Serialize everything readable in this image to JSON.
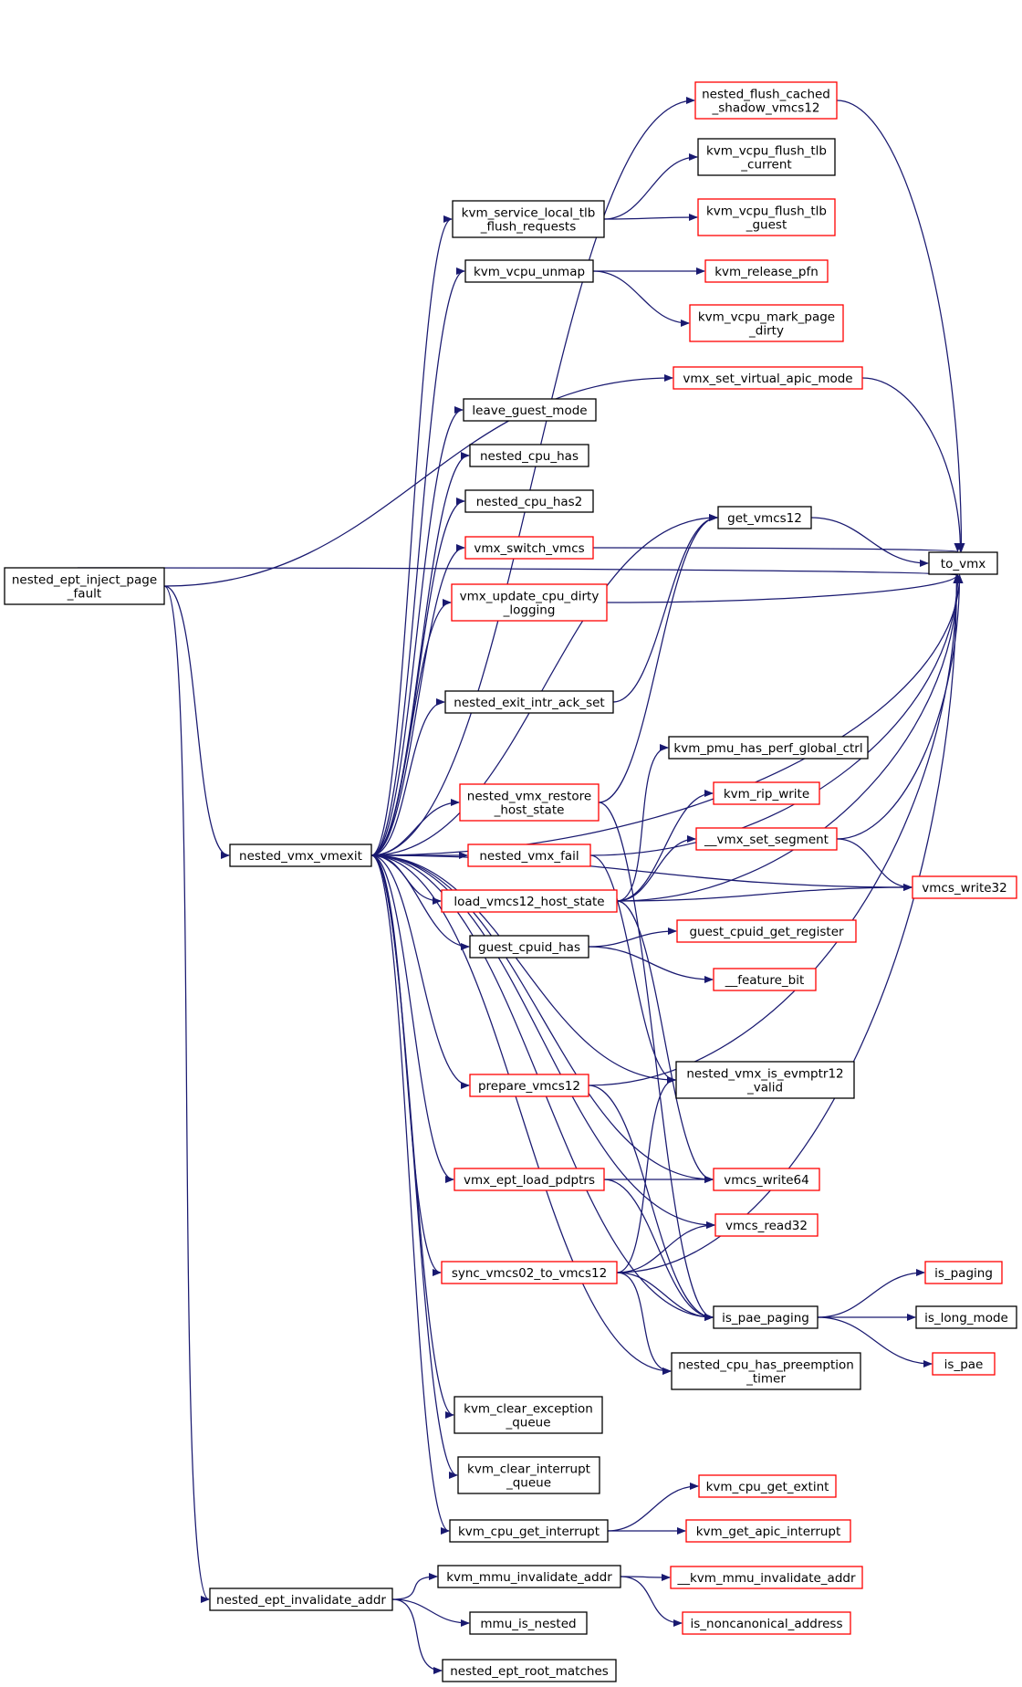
{
  "colors": {
    "edge": "#191970",
    "border_default": "#000000",
    "border_partial": "#ff0000",
    "root_fill": "#bfbfbf"
  },
  "nodes": [
    {
      "id": "nested_ept_inject_page_fault",
      "lines": [
        "nested_ept_inject_page",
        "_fault"
      ],
      "style": "root"
    },
    {
      "id": "nested_vmx_vmexit",
      "lines": [
        "nested_vmx_vmexit"
      ],
      "style": "default"
    },
    {
      "id": "nested_ept_invalidate_addr",
      "lines": [
        "nested_ept_invalidate_addr"
      ],
      "style": "default"
    },
    {
      "id": "to_vmx",
      "lines": [
        "to_vmx"
      ],
      "style": "default"
    },
    {
      "id": "nested_flush_cached_shadow_vmcs12",
      "lines": [
        "nested_flush_cached",
        "_shadow_vmcs12"
      ],
      "style": "partial"
    },
    {
      "id": "vmx_set_virtual_apic_mode",
      "lines": [
        "vmx_set_virtual_apic_mode"
      ],
      "style": "partial"
    },
    {
      "id": "get_vmcs12",
      "lines": [
        "get_vmcs12"
      ],
      "style": "default"
    },
    {
      "id": "kvm_service_local_tlb_flush_requests",
      "lines": [
        "kvm_service_local_tlb",
        "_flush_requests"
      ],
      "style": "default"
    },
    {
      "id": "kvm_vcpu_unmap",
      "lines": [
        "kvm_vcpu_unmap"
      ],
      "style": "default"
    },
    {
      "id": "leave_guest_mode",
      "lines": [
        "leave_guest_mode"
      ],
      "style": "default"
    },
    {
      "id": "nested_cpu_has",
      "lines": [
        "nested_cpu_has"
      ],
      "style": "default"
    },
    {
      "id": "nested_cpu_has2",
      "lines": [
        "nested_cpu_has2"
      ],
      "style": "default"
    },
    {
      "id": "vmx_switch_vmcs",
      "lines": [
        "vmx_switch_vmcs"
      ],
      "style": "partial"
    },
    {
      "id": "vmx_update_cpu_dirty_logging",
      "lines": [
        "vmx_update_cpu_dirty",
        "_logging"
      ],
      "style": "partial"
    },
    {
      "id": "nested_exit_intr_ack_set",
      "lines": [
        "nested_exit_intr_ack_set"
      ],
      "style": "default"
    },
    {
      "id": "nested_vmx_restore_host_state",
      "lines": [
        "nested_vmx_restore",
        "_host_state"
      ],
      "style": "partial"
    },
    {
      "id": "nested_vmx_fail",
      "lines": [
        "nested_vmx_fail"
      ],
      "style": "partial"
    },
    {
      "id": "load_vmcs12_host_state",
      "lines": [
        "load_vmcs12_host_state"
      ],
      "style": "partial"
    },
    {
      "id": "guest_cpuid_has",
      "lines": [
        "guest_cpuid_has"
      ],
      "style": "default"
    },
    {
      "id": "prepare_vmcs12",
      "lines": [
        "prepare_vmcs12"
      ],
      "style": "partial"
    },
    {
      "id": "vmx_ept_load_pdptrs",
      "lines": [
        "vmx_ept_load_pdptrs"
      ],
      "style": "partial"
    },
    {
      "id": "sync_vmcs02_to_vmcs12",
      "lines": [
        "sync_vmcs02_to_vmcs12"
      ],
      "style": "partial"
    },
    {
      "id": "kvm_clear_exception_queue",
      "lines": [
        "kvm_clear_exception",
        "_queue"
      ],
      "style": "default"
    },
    {
      "id": "kvm_clear_interrupt_queue",
      "lines": [
        "kvm_clear_interrupt",
        "_queue"
      ],
      "style": "default"
    },
    {
      "id": "kvm_cpu_get_interrupt",
      "lines": [
        "kvm_cpu_get_interrupt"
      ],
      "style": "default"
    },
    {
      "id": "kvm_vcpu_flush_tlb_current",
      "lines": [
        "kvm_vcpu_flush_tlb",
        "_current"
      ],
      "style": "default"
    },
    {
      "id": "kvm_vcpu_flush_tlb_guest",
      "lines": [
        "kvm_vcpu_flush_tlb",
        "_guest"
      ],
      "style": "partial"
    },
    {
      "id": "kvm_release_pfn",
      "lines": [
        "kvm_release_pfn"
      ],
      "style": "partial"
    },
    {
      "id": "kvm_vcpu_mark_page_dirty",
      "lines": [
        "kvm_vcpu_mark_page",
        "_dirty"
      ],
      "style": "partial"
    },
    {
      "id": "kvm_pmu_has_perf_global_ctrl",
      "lines": [
        "kvm_pmu_has_perf_global_ctrl"
      ],
      "style": "default"
    },
    {
      "id": "kvm_rip_write",
      "lines": [
        "kvm_rip_write"
      ],
      "style": "partial"
    },
    {
      "id": "__vmx_set_segment",
      "lines": [
        "__vmx_set_segment"
      ],
      "style": "partial"
    },
    {
      "id": "vmcs_write32",
      "lines": [
        "vmcs_write32"
      ],
      "style": "partial"
    },
    {
      "id": "guest_cpuid_get_register",
      "lines": [
        "guest_cpuid_get_register"
      ],
      "style": "partial"
    },
    {
      "id": "__feature_bit",
      "lines": [
        "__feature_bit"
      ],
      "style": "partial"
    },
    {
      "id": "nested_vmx_is_evmptr12_valid",
      "lines": [
        "nested_vmx_is_evmptr12",
        "_valid"
      ],
      "style": "default"
    },
    {
      "id": "vmcs_write64",
      "lines": [
        "vmcs_write64"
      ],
      "style": "partial"
    },
    {
      "id": "vmcs_read32",
      "lines": [
        "vmcs_read32"
      ],
      "style": "partial"
    },
    {
      "id": "is_pae_paging",
      "lines": [
        "is_pae_paging"
      ],
      "style": "default"
    },
    {
      "id": "nested_cpu_has_preemption_timer",
      "lines": [
        "nested_cpu_has_preemption",
        "_timer"
      ],
      "style": "default"
    },
    {
      "id": "is_paging",
      "lines": [
        "is_paging"
      ],
      "style": "partial"
    },
    {
      "id": "is_long_mode",
      "lines": [
        "is_long_mode"
      ],
      "style": "default"
    },
    {
      "id": "is_pae",
      "lines": [
        "is_pae"
      ],
      "style": "partial"
    },
    {
      "id": "kvm_cpu_get_extint",
      "lines": [
        "kvm_cpu_get_extint"
      ],
      "style": "partial"
    },
    {
      "id": "kvm_get_apic_interrupt",
      "lines": [
        "kvm_get_apic_interrupt"
      ],
      "style": "partial"
    },
    {
      "id": "kvm_mmu_invalidate_addr",
      "lines": [
        "kvm_mmu_invalidate_addr"
      ],
      "style": "default"
    },
    {
      "id": "__kvm_mmu_invalidate_addr",
      "lines": [
        "__kvm_mmu_invalidate_addr"
      ],
      "style": "partial"
    },
    {
      "id": "is_noncanonical_address",
      "lines": [
        "is_noncanonical_address"
      ],
      "style": "partial"
    },
    {
      "id": "mmu_is_nested",
      "lines": [
        "mmu_is_nested"
      ],
      "style": "default"
    },
    {
      "id": "nested_ept_root_matches",
      "lines": [
        "nested_ept_root_matches"
      ],
      "style": "default"
    }
  ],
  "edges": [
    [
      "nested_ept_inject_page_fault",
      "to_vmx"
    ],
    [
      "nested_ept_inject_page_fault",
      "vmx_set_virtual_apic_mode"
    ],
    [
      "nested_ept_inject_page_fault",
      "nested_vmx_vmexit"
    ],
    [
      "nested_ept_inject_page_fault",
      "nested_ept_invalidate_addr"
    ],
    [
      "nested_vmx_vmexit",
      "nested_flush_cached_shadow_vmcs12"
    ],
    [
      "nested_vmx_vmexit",
      "kvm_service_local_tlb_flush_requests"
    ],
    [
      "nested_vmx_vmexit",
      "kvm_vcpu_unmap"
    ],
    [
      "nested_vmx_vmexit",
      "get_vmcs12"
    ],
    [
      "nested_vmx_vmexit",
      "leave_guest_mode"
    ],
    [
      "nested_vmx_vmexit",
      "nested_cpu_has"
    ],
    [
      "nested_vmx_vmexit",
      "nested_cpu_has2"
    ],
    [
      "nested_vmx_vmexit",
      "vmx_switch_vmcs"
    ],
    [
      "nested_vmx_vmexit",
      "vmx_update_cpu_dirty_logging"
    ],
    [
      "nested_vmx_vmexit",
      "to_vmx"
    ],
    [
      "nested_vmx_vmexit",
      "nested_exit_intr_ack_set"
    ],
    [
      "nested_vmx_vmexit",
      "nested_vmx_restore_host_state"
    ],
    [
      "nested_vmx_vmexit",
      "nested_vmx_fail"
    ],
    [
      "nested_vmx_vmexit",
      "load_vmcs12_host_state"
    ],
    [
      "nested_vmx_vmexit",
      "guest_cpuid_has"
    ],
    [
      "nested_vmx_vmexit",
      "vmcs_write32"
    ],
    [
      "nested_vmx_vmexit",
      "nested_vmx_is_evmptr12_valid"
    ],
    [
      "nested_vmx_vmexit",
      "prepare_vmcs12"
    ],
    [
      "nested_vmx_vmexit",
      "vmcs_write64"
    ],
    [
      "nested_vmx_vmexit",
      "vmx_ept_load_pdptrs"
    ],
    [
      "nested_vmx_vmexit",
      "vmcs_read32"
    ],
    [
      "nested_vmx_vmexit",
      "sync_vmcs02_to_vmcs12"
    ],
    [
      "nested_vmx_vmexit",
      "is_pae_paging"
    ],
    [
      "nested_vmx_vmexit",
      "nested_cpu_has_preemption_timer"
    ],
    [
      "nested_vmx_vmexit",
      "kvm_clear_exception_queue"
    ],
    [
      "nested_vmx_vmexit",
      "kvm_clear_interrupt_queue"
    ],
    [
      "nested_vmx_vmexit",
      "kvm_cpu_get_interrupt"
    ],
    [
      "nested_flush_cached_shadow_vmcs12",
      "to_vmx"
    ],
    [
      "kvm_service_local_tlb_flush_requests",
      "kvm_vcpu_flush_tlb_current"
    ],
    [
      "kvm_service_local_tlb_flush_requests",
      "kvm_vcpu_flush_tlb_guest"
    ],
    [
      "kvm_vcpu_unmap",
      "kvm_release_pfn"
    ],
    [
      "kvm_vcpu_unmap",
      "kvm_vcpu_mark_page_dirty"
    ],
    [
      "vmx_set_virtual_apic_mode",
      "to_vmx"
    ],
    [
      "get_vmcs12",
      "to_vmx"
    ],
    [
      "vmx_switch_vmcs",
      "to_vmx"
    ],
    [
      "vmx_update_cpu_dirty_logging",
      "to_vmx"
    ],
    [
      "nested_exit_intr_ack_set",
      "get_vmcs12"
    ],
    [
      "nested_vmx_restore_host_state",
      "get_vmcs12"
    ],
    [
      "nested_vmx_restore_host_state",
      "is_pae_paging"
    ],
    [
      "nested_vmx_fail",
      "to_vmx"
    ],
    [
      "nested_vmx_fail",
      "nested_vmx_is_evmptr12_valid"
    ],
    [
      "load_vmcs12_host_state",
      "to_vmx"
    ],
    [
      "load_vmcs12_host_state",
      "kvm_pmu_has_perf_global_ctrl"
    ],
    [
      "load_vmcs12_host_state",
      "kvm_rip_write"
    ],
    [
      "load_vmcs12_host_state",
      "__vmx_set_segment"
    ],
    [
      "load_vmcs12_host_state",
      "vmcs_write32"
    ],
    [
      "load_vmcs12_host_state",
      "vmcs_write64"
    ],
    [
      "__vmx_set_segment",
      "to_vmx"
    ],
    [
      "__vmx_set_segment",
      "vmcs_write32"
    ],
    [
      "guest_cpuid_has",
      "guest_cpuid_get_register"
    ],
    [
      "guest_cpuid_has",
      "__feature_bit"
    ],
    [
      "prepare_vmcs12",
      "to_vmx"
    ],
    [
      "prepare_vmcs12",
      "is_pae_paging"
    ],
    [
      "vmx_ept_load_pdptrs",
      "vmcs_write64"
    ],
    [
      "vmx_ept_load_pdptrs",
      "is_pae_paging"
    ],
    [
      "sync_vmcs02_to_vmcs12",
      "to_vmx"
    ],
    [
      "sync_vmcs02_to_vmcs12",
      "nested_vmx_is_evmptr12_valid"
    ],
    [
      "sync_vmcs02_to_vmcs12",
      "vmcs_read32"
    ],
    [
      "sync_vmcs02_to_vmcs12",
      "is_pae_paging"
    ],
    [
      "sync_vmcs02_to_vmcs12",
      "nested_cpu_has_preemption_timer"
    ],
    [
      "is_pae_paging",
      "is_paging"
    ],
    [
      "is_pae_paging",
      "is_long_mode"
    ],
    [
      "is_pae_paging",
      "is_pae"
    ],
    [
      "kvm_cpu_get_interrupt",
      "kvm_cpu_get_extint"
    ],
    [
      "kvm_cpu_get_interrupt",
      "kvm_get_apic_interrupt"
    ],
    [
      "nested_ept_invalidate_addr",
      "kvm_mmu_invalidate_addr"
    ],
    [
      "nested_ept_invalidate_addr",
      "mmu_is_nested"
    ],
    [
      "nested_ept_invalidate_addr",
      "nested_ept_root_matches"
    ],
    [
      "kvm_mmu_invalidate_addr",
      "__kvm_mmu_invalidate_addr"
    ],
    [
      "kvm_mmu_invalidate_addr",
      "is_noncanonical_address"
    ]
  ]
}
